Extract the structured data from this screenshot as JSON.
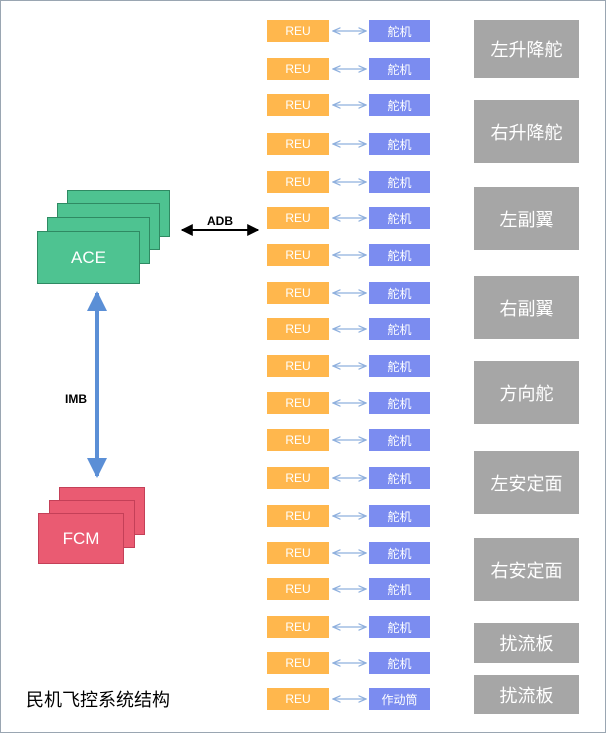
{
  "ace": {
    "label": "ACE",
    "fill": "#4ec391"
  },
  "fcm": {
    "label": "FCM",
    "fill": "#ea5b72"
  },
  "buses": {
    "adb": "ADB",
    "imb": "IMB"
  },
  "rows": [
    {
      "reu": "REU",
      "actuator": "舵机"
    },
    {
      "reu": "REU",
      "actuator": "舵机"
    },
    {
      "reu": "REU",
      "actuator": "舵机"
    },
    {
      "reu": "REU",
      "actuator": "舵机"
    },
    {
      "reu": "REU",
      "actuator": "舵机"
    },
    {
      "reu": "REU",
      "actuator": "舵机"
    },
    {
      "reu": "REU",
      "actuator": "舵机"
    },
    {
      "reu": "REU",
      "actuator": "舵机"
    },
    {
      "reu": "REU",
      "actuator": "舵机"
    },
    {
      "reu": "REU",
      "actuator": "舵机"
    },
    {
      "reu": "REU",
      "actuator": "舵机"
    },
    {
      "reu": "REU",
      "actuator": "舵机"
    },
    {
      "reu": "REU",
      "actuator": "舵机"
    },
    {
      "reu": "REU",
      "actuator": "舵机"
    },
    {
      "reu": "REU",
      "actuator": "舵机"
    },
    {
      "reu": "REU",
      "actuator": "舵机"
    },
    {
      "reu": "REU",
      "actuator": "舵机"
    },
    {
      "reu": "REU",
      "actuator": "舵机"
    },
    {
      "reu": "REU",
      "actuator": "作动筒"
    }
  ],
  "surfaces": [
    {
      "label": "左升降舵"
    },
    {
      "label": "右升降舵"
    },
    {
      "label": "左副翼"
    },
    {
      "label": "右副翼"
    },
    {
      "label": "方向舵"
    },
    {
      "label": "左安定面"
    },
    {
      "label": "右安定面"
    },
    {
      "label": "扰流板"
    },
    {
      "label": "扰流板"
    }
  ],
  "caption": "民机飞控系统结构",
  "colors": {
    "reu": "#ffb74d",
    "actuator": "#7b8cf0",
    "surface": "#a6a6a6",
    "link": "#8fb0de",
    "imb": "#5b8fd6"
  }
}
